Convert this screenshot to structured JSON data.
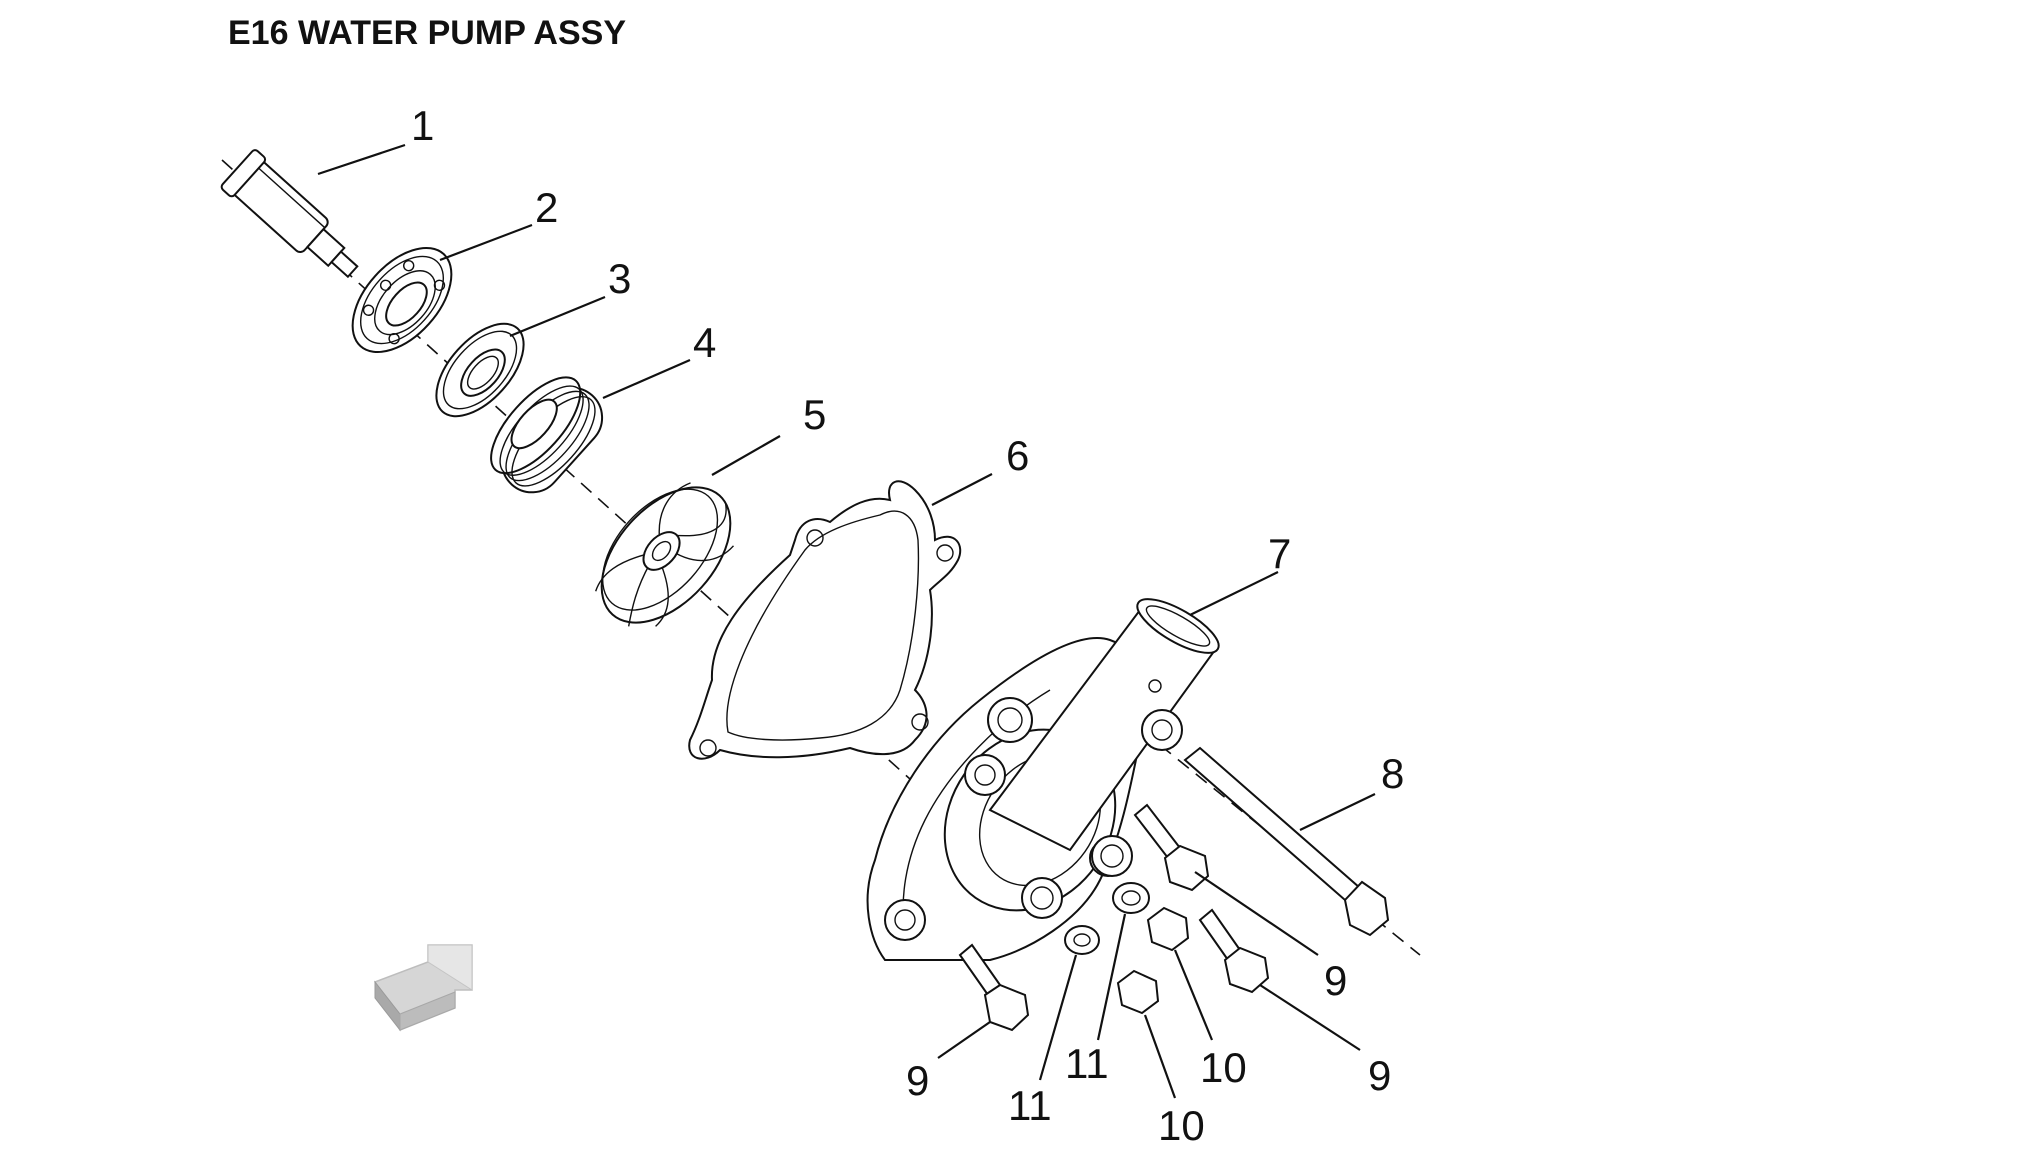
{
  "title": "E16 WATER PUMP ASSY",
  "callouts": [
    "1",
    "2",
    "3",
    "4",
    "5",
    "6",
    "7",
    "8",
    "9",
    "9",
    "9",
    "10",
    "10",
    "11",
    "11"
  ],
  "colors": {
    "line": "#111111",
    "arrow": "#cfcfcf",
    "background": "#ffffff"
  }
}
